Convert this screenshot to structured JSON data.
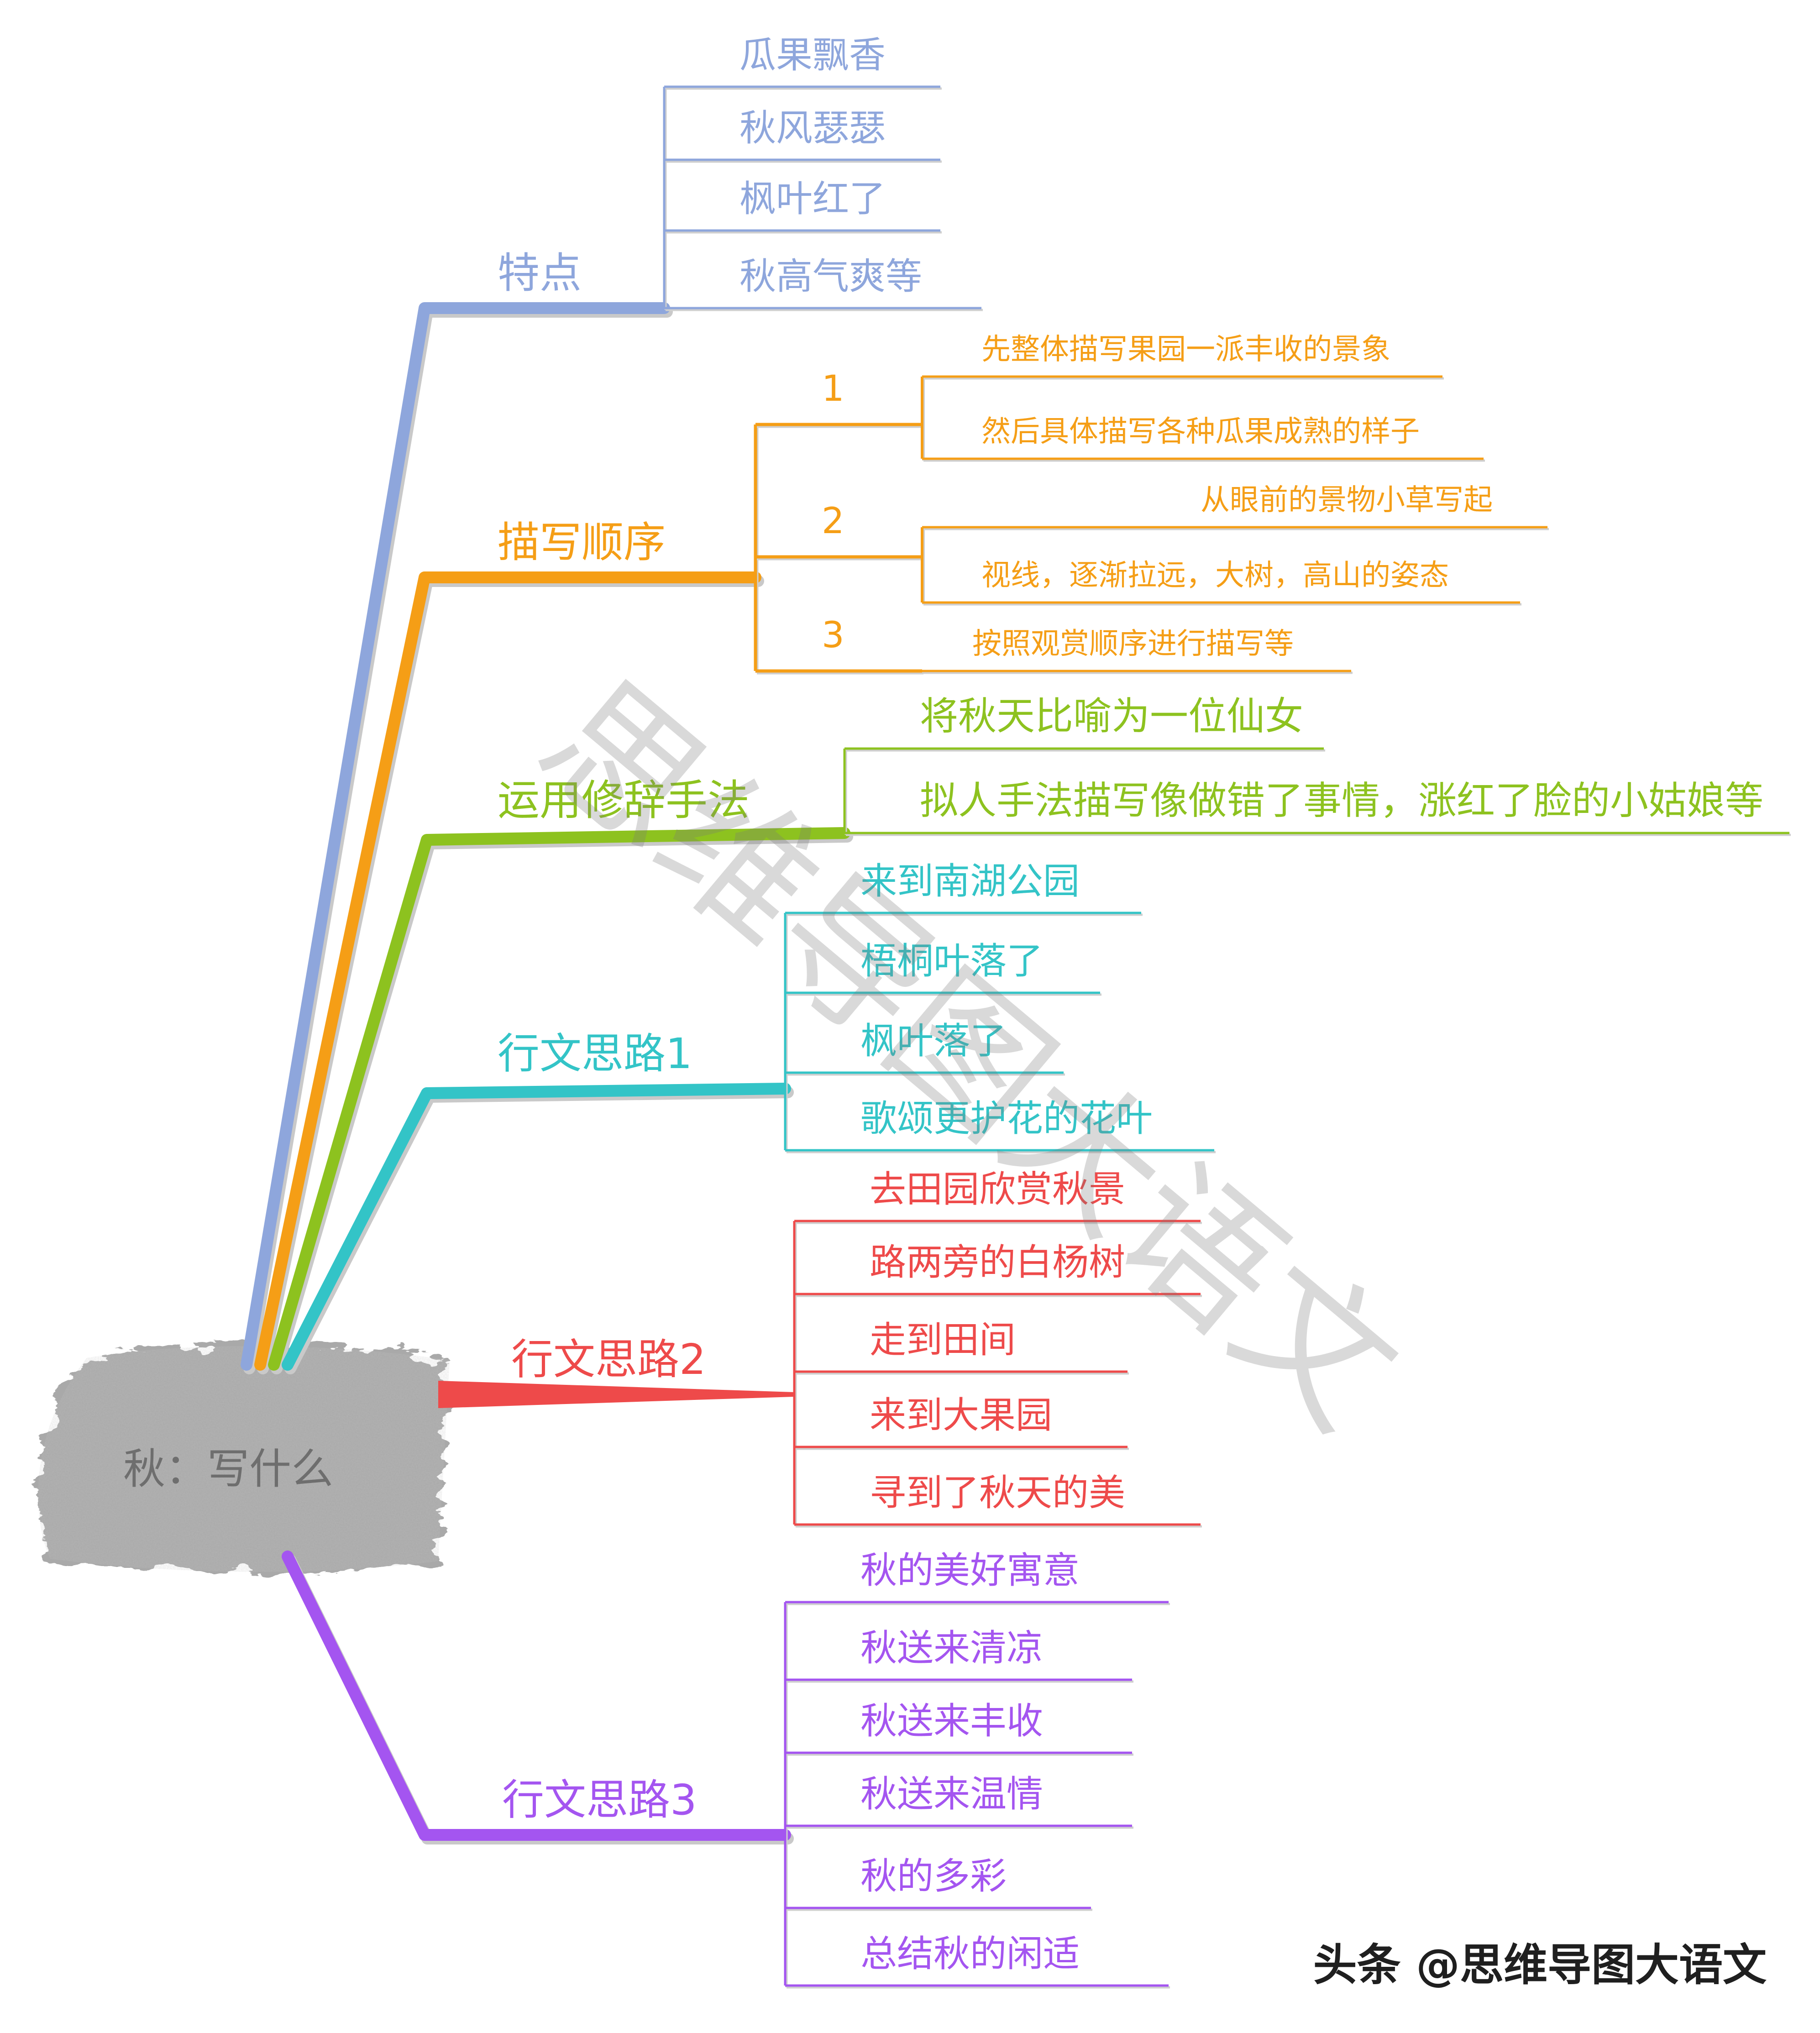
{
  "center": {
    "label": "秋：写什么"
  },
  "watermark": {
    "text": "思维导图大语文",
    "brand": "头条"
  },
  "credit": {
    "text": "头条 @思维导图大语文"
  },
  "colors": {
    "blue": "#8EA6DC",
    "orange": "#F59E16",
    "green": "#8DC21F",
    "teal": "#33C4C7",
    "red": "#EE4A4A",
    "purple": "#A455F0",
    "center_fill": "#A9A9A9"
  },
  "branches": [
    {
      "label": "特点",
      "color": "#8EA6DC",
      "children": [
        {
          "label": "瓜果飘香"
        },
        {
          "label": "秋风瑟瑟"
        },
        {
          "label": "枫叶红了"
        },
        {
          "label": "秋高气爽等"
        }
      ]
    },
    {
      "label": "描写顺序",
      "color": "#F59E16",
      "groups": [
        {
          "label": "1",
          "children": [
            {
              "label": "先整体描写果园一派丰收的景象"
            },
            {
              "label": "然后具体描写各种瓜果成熟的样子"
            }
          ]
        },
        {
          "label": "2",
          "children": [
            {
              "label": "从眼前的景物小草写起"
            },
            {
              "label": "视线，逐渐拉远，大树，高山的姿态"
            }
          ]
        },
        {
          "label": "3",
          "children": [
            {
              "label": "按照观赏顺序进行描写等"
            }
          ]
        }
      ]
    },
    {
      "label": "运用修辞手法",
      "color": "#8DC21F",
      "children": [
        {
          "label": "将秋天比喻为一位仙女"
        },
        {
          "label": "拟人手法描写像做错了事情，涨红了脸的小姑娘等"
        }
      ]
    },
    {
      "label": "行文思路1",
      "color": "#33C4C7",
      "children": [
        {
          "label": "来到南湖公园"
        },
        {
          "label": "梧桐叶落了"
        },
        {
          "label": "枫叶落了"
        },
        {
          "label": "歌颂更护花的花叶"
        }
      ]
    },
    {
      "label": "行文思路2",
      "color": "#EE4A4A",
      "children": [
        {
          "label": "去田园欣赏秋景"
        },
        {
          "label": "路两旁的白杨树"
        },
        {
          "label": "走到田间"
        },
        {
          "label": "来到大果园"
        },
        {
          "label": "寻到了秋天的美"
        }
      ]
    },
    {
      "label": "行文思路3",
      "color": "#A455F0",
      "children": [
        {
          "label": "秋的美好寓意"
        },
        {
          "label": "秋送来清凉"
        },
        {
          "label": "秋送来丰收"
        },
        {
          "label": "秋送来温情"
        },
        {
          "label": "秋的多彩"
        },
        {
          "label": "总结秋的闲适"
        }
      ]
    }
  ]
}
